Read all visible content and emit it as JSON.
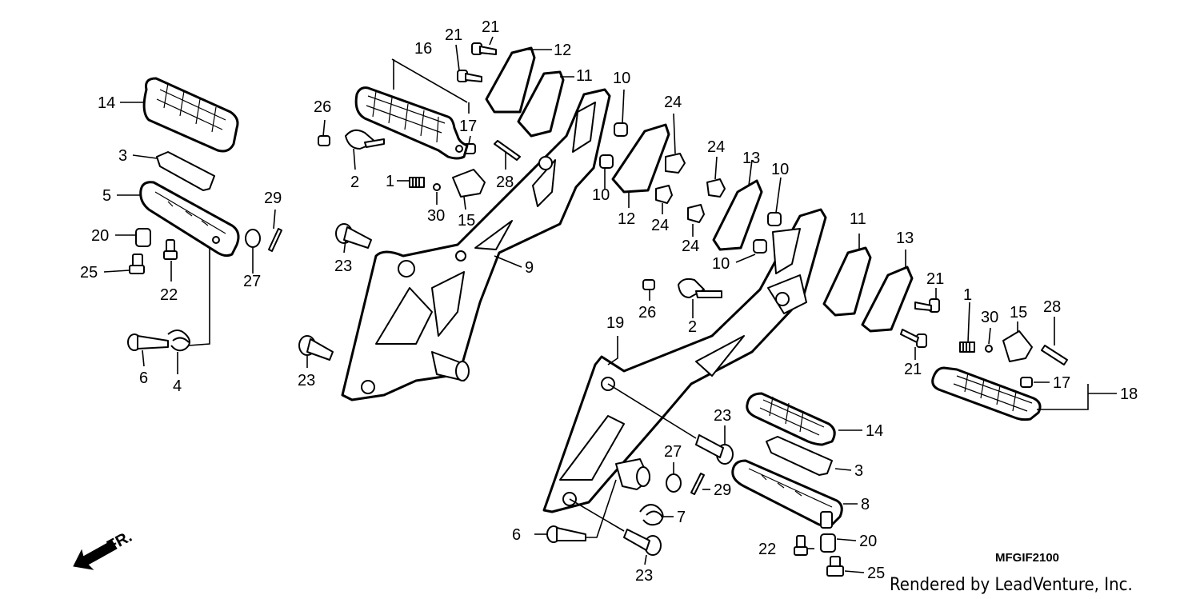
{
  "diagram": {
    "labels": {
      "n1": "1",
      "n2": "2",
      "n3": "3",
      "n4": "4",
      "n5": "5",
      "n6": "6",
      "n7": "7",
      "n8": "8",
      "n9": "9",
      "n10": "10",
      "n11": "11",
      "n12": "12",
      "n13": "13",
      "n14": "14",
      "n15": "15",
      "n16": "16",
      "n17": "17",
      "n18": "18",
      "n19": "19",
      "n20": "20",
      "n21": "21",
      "n22": "22",
      "n23": "23",
      "n24": "24",
      "n25": "25",
      "n26": "26",
      "n27": "27",
      "n28": "28",
      "n29": "29",
      "n30": "30"
    },
    "front_indicator": "FR.",
    "diagram_code": "MFGIF2100",
    "credit": "Rendered by LeadVenture, Inc."
  }
}
